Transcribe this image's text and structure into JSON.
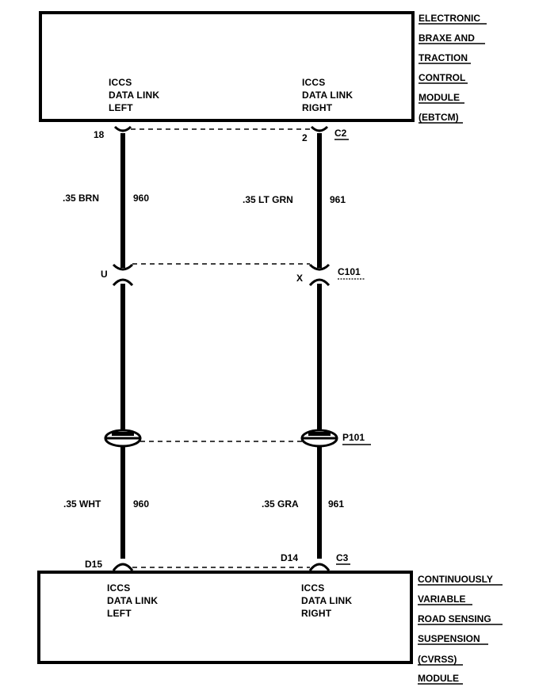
{
  "top_module": {
    "name_lines": [
      "ELECTRONIC",
      "BRAXE AND",
      "TRACTION",
      "CONTROL",
      "MODULE",
      "(EBTCM)"
    ],
    "left_pin": {
      "lines": [
        "ICCS",
        "DATA LINK",
        "LEFT"
      ],
      "terminal": "18"
    },
    "right_pin": {
      "lines": [
        "ICCS",
        "DATA LINK",
        "RIGHT"
      ],
      "terminal": "2"
    },
    "connector": "C2"
  },
  "bottom_module": {
    "name_lines": [
      "CONTINUOUSLY",
      "VARIABLE",
      "ROAD SENSING",
      "SUSPENSION",
      "(CVRSS)",
      "MODULE"
    ],
    "left_pin": {
      "lines": [
        "ICCS",
        "DATA LINK",
        "LEFT"
      ],
      "terminal": "D15"
    },
    "right_pin": {
      "lines": [
        "ICCS",
        "DATA LINK",
        "RIGHT"
      ],
      "terminal": "D14"
    },
    "connector": "C3"
  },
  "inline_connector": {
    "name": "C101",
    "left_terminal": "U",
    "right_terminal": "X"
  },
  "splice_pack": {
    "name": "P101"
  },
  "wires": {
    "upper_left": {
      "gauge_color": ".35 BRN",
      "circuit": "960"
    },
    "upper_right": {
      "gauge_color": ".35 LT GRN",
      "circuit": "961"
    },
    "lower_left": {
      "gauge_color": ".35 WHT",
      "circuit": "960"
    },
    "lower_right": {
      "gauge_color": ".35 GRA",
      "circuit": "961"
    }
  },
  "colors": {
    "ink": "#000000",
    "paper": "#ffffff"
  }
}
